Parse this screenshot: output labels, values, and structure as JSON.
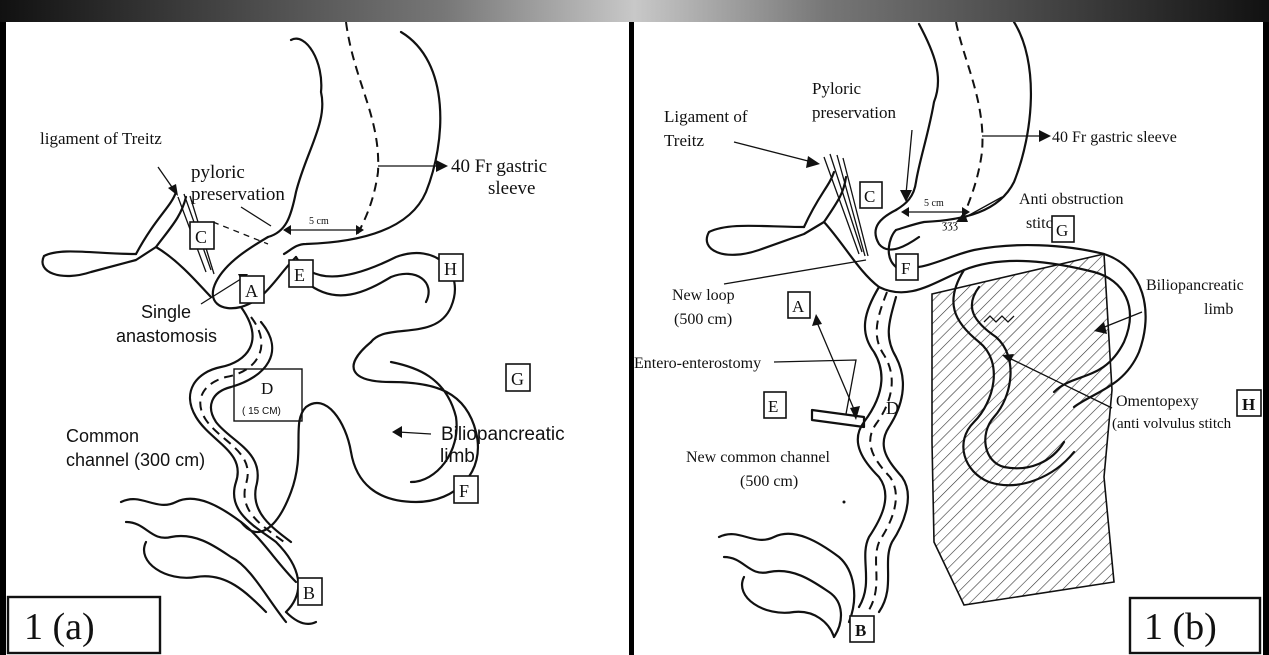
{
  "panel_a": {
    "figure_label": "1 (a)",
    "labels": {
      "ligament": "ligament of Treitz",
      "pyloric": [
        "pyloric",
        "preservation"
      ],
      "sleeve": [
        "40 Fr gastric",
        "sleeve"
      ],
      "five_cm": "5 cm",
      "single_anastomosis": [
        "Single",
        "anastomosis"
      ],
      "fifteen_cm": "( 15 CM)",
      "common_channel": [
        "Common",
        "channel (300 cm)"
      ],
      "biliopancreatic": [
        "Biliopancreatic",
        "limb"
      ]
    },
    "boxes": {
      "A": "A",
      "B": "B",
      "C": "C",
      "D": "D",
      "E": "E",
      "F": "F",
      "G": "G",
      "H": "H"
    }
  },
  "panel_b": {
    "figure_label": "1 (b)",
    "labels": {
      "ligament": [
        "Ligament of",
        "Treitz"
      ],
      "pyloric": [
        "Pyloric",
        "preservation"
      ],
      "sleeve": "40 Fr gastric sleeve",
      "five_cm": "5 cm",
      "anti_obstruction": [
        "Anti obstruction",
        "stitch"
      ],
      "new_loop": [
        "New loop",
        "(500 cm)"
      ],
      "entero": "Entero-enterostomy",
      "new_common_channel": [
        "New common channel",
        "(500 cm)"
      ],
      "biliopancreatic": [
        "Biliopancreatic",
        "limb"
      ],
      "omentopexy": [
        "Omentopexy",
        "(anti volvulus stitch"
      ]
    },
    "boxes": {
      "A": "A",
      "B": "B",
      "C": "C",
      "D": "D",
      "E": "E",
      "F": "F",
      "G": "G",
      "H": "H"
    }
  }
}
